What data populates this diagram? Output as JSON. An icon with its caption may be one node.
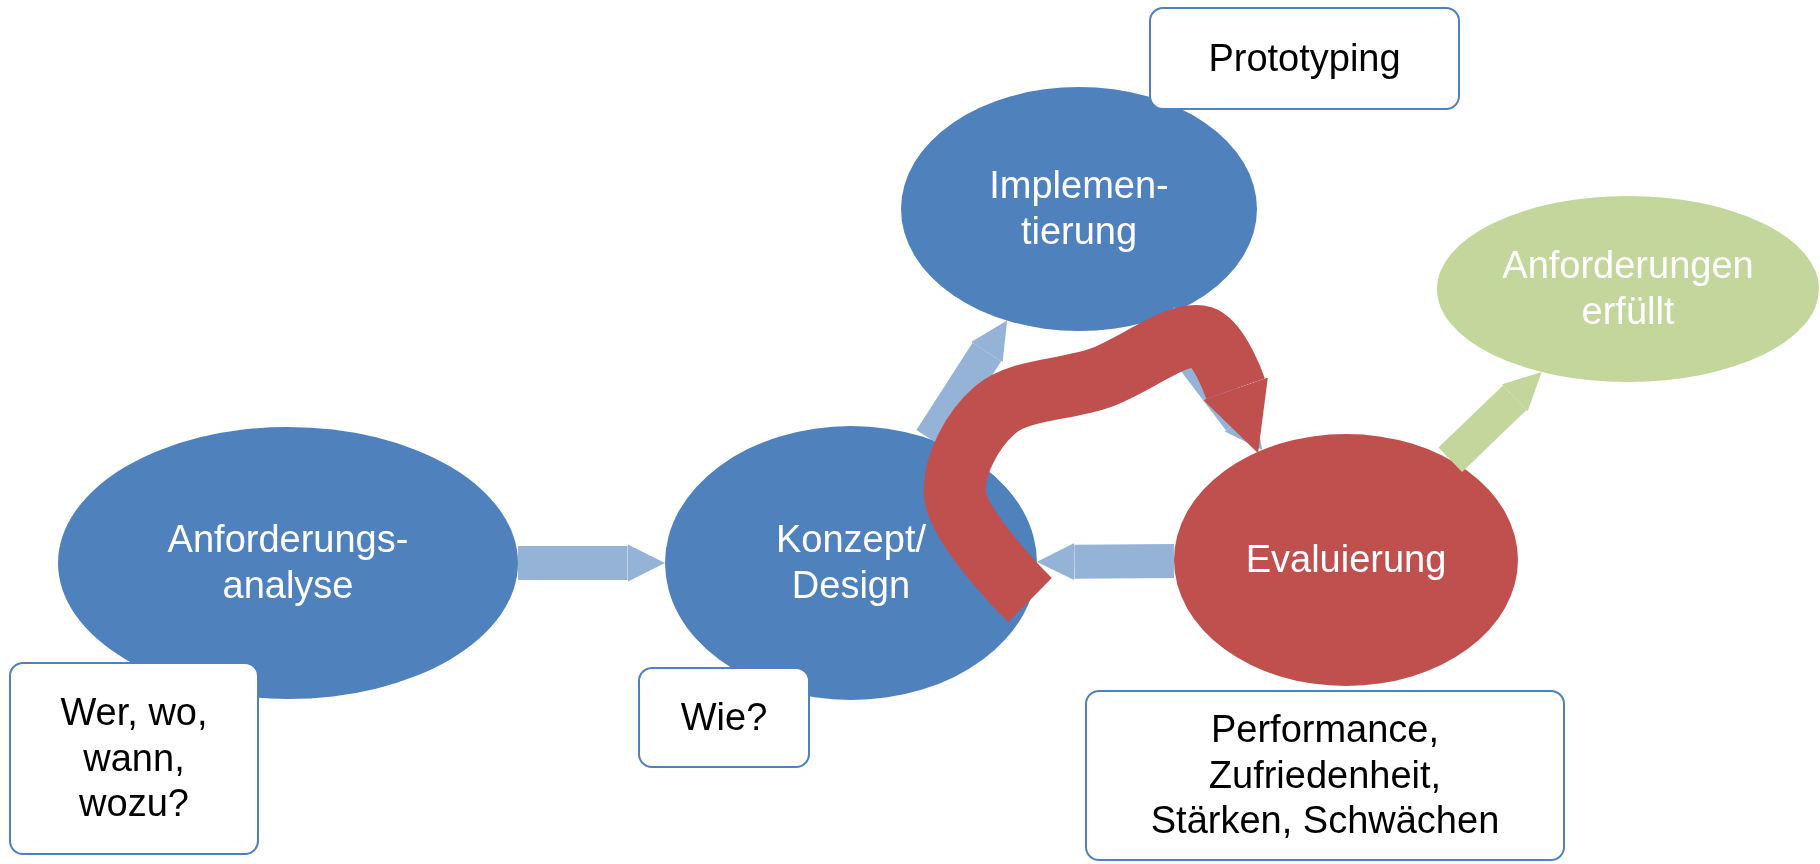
{
  "diagram": {
    "nodes": [
      {
        "text": [
          "Prototyping"
        ]
      },
      {
        "text": [
          "Implemen- tierung"
        ]
      },
      {
        "text": [
          "Anforderungen erfüllt"
        ]
      },
      {
        "text": [
          "Anforderungs- analyse"
        ]
      },
      {
        "text": [
          "Konzept/ Design"
        ]
      },
      {
        "text": [
          "Evaluierung"
        ]
      },
      {
        "text": [
          "Wer, wo, wann, wozu?"
        ]
      },
      {
        "text": [
          "Wie?"
        ]
      },
      {
        "text": [
          "Performance, Zufriedenheit, Stärken, Schwächen"
        ]
      }
    ],
    "edges": [
      {
        "from": 3,
        "to": 4,
        "arrow": "to"
      },
      {
        "from": 4,
        "to": 1,
        "arrow": "to"
      },
      {
        "from": 1,
        "to": 5,
        "arrow": "to"
      },
      {
        "from": 5,
        "to": 4,
        "arrow": "to"
      },
      {
        "from": 5,
        "to": 2,
        "arrow": "to",
        "color": "#c3d69b"
      },
      {
        "from": 4,
        "to": 5,
        "arrow": "to",
        "style": "thick",
        "color": "#c0504d"
      }
    ]
  }
}
